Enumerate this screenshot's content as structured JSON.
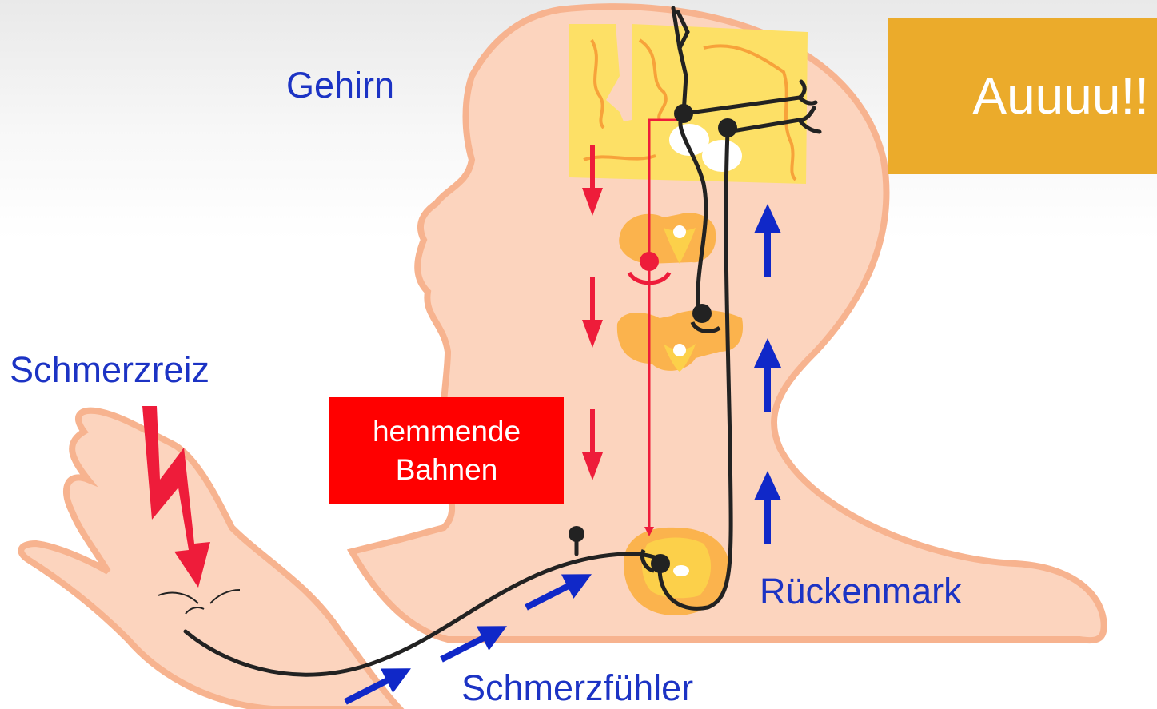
{
  "labels": {
    "brain": "Gehirn",
    "pain_stimulus": "Schmerzreiz",
    "spinal_cord": "Rückenmark",
    "pain_receptor": "Schmerzfühler"
  },
  "banner": {
    "text": "Auuuu!!"
  },
  "inhibitory": {
    "line1": "hemmende",
    "line2": "Bahnen"
  },
  "colors": {
    "skin": "#fcd4be",
    "skin_outline": "#f7b38f",
    "brain": "#fde066",
    "tissue": "#fbb34d",
    "inhibitory_red": "#ee1c3a",
    "signal_blue": "#1028c8",
    "banner_orange": "#ebab2b",
    "nerve": "#222222"
  },
  "icons": [
    "lightning-bolt-icon",
    "up-arrow-icon",
    "down-arrow-icon"
  ]
}
